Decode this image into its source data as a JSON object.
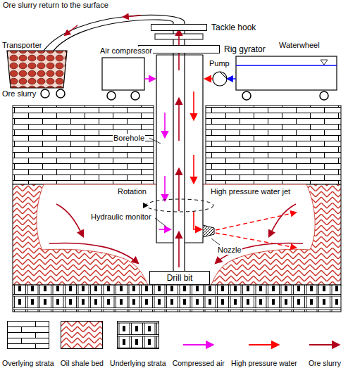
{
  "diagram": {
    "nodes": [
      {
        "text": [
          "Tackle hook"
        ]
      },
      {
        "text": [
          "Rig gyrator"
        ]
      },
      {
        "text": [
          "Drill bit"
        ]
      }
    ],
    "labels": [
      "Ore slurry return to the surface",
      "Transporter",
      "Air compressor",
      "Waterwheel",
      "Ore slurry",
      "Pump",
      "Borehole",
      "Rotation",
      "High pressure water jet",
      "Hydraulic monitor",
      "Nozzle"
    ],
    "legend": [
      {
        "text": "Overlying strata"
      },
      {
        "text": "Oil shale bed"
      },
      {
        "text": "Underlying strata"
      },
      {
        "text": "Compressed air"
      },
      {
        "text": "High pressure water"
      },
      {
        "text": "Ore slurry"
      }
    ]
  }
}
